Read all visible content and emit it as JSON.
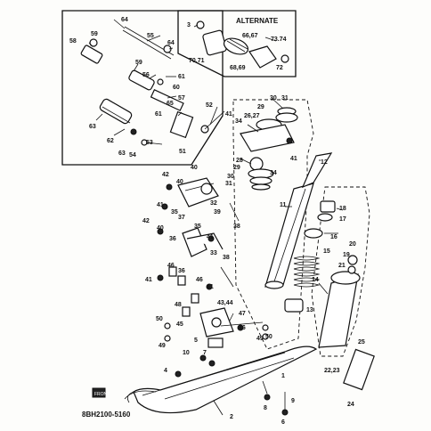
{
  "title_box": {
    "alternate": "ALTERNATE"
  },
  "drawing_number": "8BH2100-5160",
  "labels": {
    "l64a": "64",
    "l58": "58",
    "l59a": "59",
    "l55": "55",
    "l64b": "64",
    "l59b": "59",
    "l56": "56",
    "l61a": "61",
    "l60": "60",
    "l57": "57",
    "l65": "65",
    "l61b": "61",
    "l63a": "63",
    "l62": "62",
    "l53": "53",
    "l63b": "63",
    "l54": "54",
    "l51": "51",
    "l52": "52",
    "l3": "3",
    "l6667": "66,67",
    "l7374": "73.74",
    "l7071": "70.71",
    "l6869": "68,69",
    "l72": "72",
    "l30": "30",
    "l31a": "31",
    "l29a": "29",
    "l41a": "41",
    "l34a": "34",
    "l2627": "26,27",
    "l28": "28",
    "l29b": "29",
    "l34b": "34",
    "l30b": "30",
    "l31b": "31",
    "l41b": "41",
    "l12": "12",
    "l11": "11",
    "l18": "18",
    "l17": "17",
    "l16": "16",
    "l15": "15",
    "l14": "14",
    "l13": "13",
    "l20": "20",
    "l19": "19",
    "l21": "21",
    "l25": "25",
    "l2223": "22,23",
    "l24": "24",
    "l42a": "42",
    "l40a": "40",
    "l40b": "40",
    "l32": "32",
    "l39": "39",
    "l41c": "41",
    "l35a": "35",
    "l37": "37",
    "l42b": "42",
    "l38a": "38",
    "l40c": "40",
    "l36": "36",
    "l35b": "35",
    "l41d": "41",
    "l33": "33",
    "l38b": "38",
    "l46a": "46",
    "l36b": "36",
    "l41e": "41",
    "l46b": "46",
    "l41f": "41",
    "l4344": "43,44",
    "l48": "48",
    "l47": "47",
    "l50a": "50",
    "l45": "45",
    "l46c": "46",
    "l49a": "49",
    "l49b": "49",
    "l50b": "50",
    "l5": "5",
    "l10": "10",
    "l7": "7",
    "l4": "4",
    "l1": "1",
    "l8": "8",
    "l9": "9",
    "l6": "6",
    "l2": "2"
  },
  "front_mark": "FRONT"
}
